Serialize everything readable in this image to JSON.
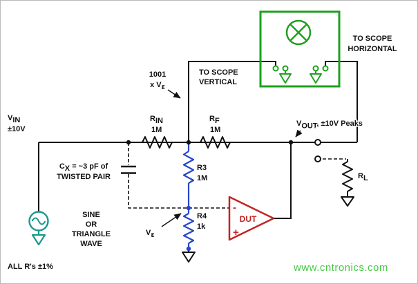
{
  "labels": {
    "vin": {
      "main": "V",
      "sub": "IN",
      "value": "±10V"
    },
    "cap": {
      "main": "C",
      "sub": "X",
      "rest": " = ~3 pF of",
      "line2": "TWISTED PAIR"
    },
    "wave_lines": [
      "SINE",
      "OR",
      "TRIANGLE",
      "WAVE"
    ],
    "tolerance": "ALL R's ±1%",
    "gain": {
      "line1": "1001",
      "line2_main": "x V",
      "line2_sub": "ε"
    },
    "scope_vertical": [
      "TO SCOPE",
      "VERTICAL"
    ],
    "scope_horizontal": [
      "TO SCOPE",
      "HORIZONTAL"
    ],
    "verror": {
      "main": "V",
      "sub": "ε"
    },
    "vout": {
      "main": "V",
      "sub": "OUT",
      "rest": ", ±10V Peaks"
    }
  },
  "resistors": {
    "rin": {
      "main": "R",
      "sub": "IN",
      "value": "1M"
    },
    "rf": {
      "main": "R",
      "sub": "F",
      "value": "1M"
    },
    "r3": {
      "name": "R3",
      "value": "1M"
    },
    "r4": {
      "name": "R4",
      "value": "1k"
    },
    "rl": {
      "main": "R",
      "sub": "L"
    }
  },
  "opamp": {
    "minus": "-",
    "plus": "+",
    "label": "DUT"
  },
  "watermark": "www.cntronics.com",
  "colors": {
    "wire_black": "#111111",
    "scope_green": "#1da11d",
    "opamp_red": "#c42222",
    "divider_blue": "#2546cc",
    "source_teal": "#16998c",
    "watermark_green": "#46c846"
  }
}
